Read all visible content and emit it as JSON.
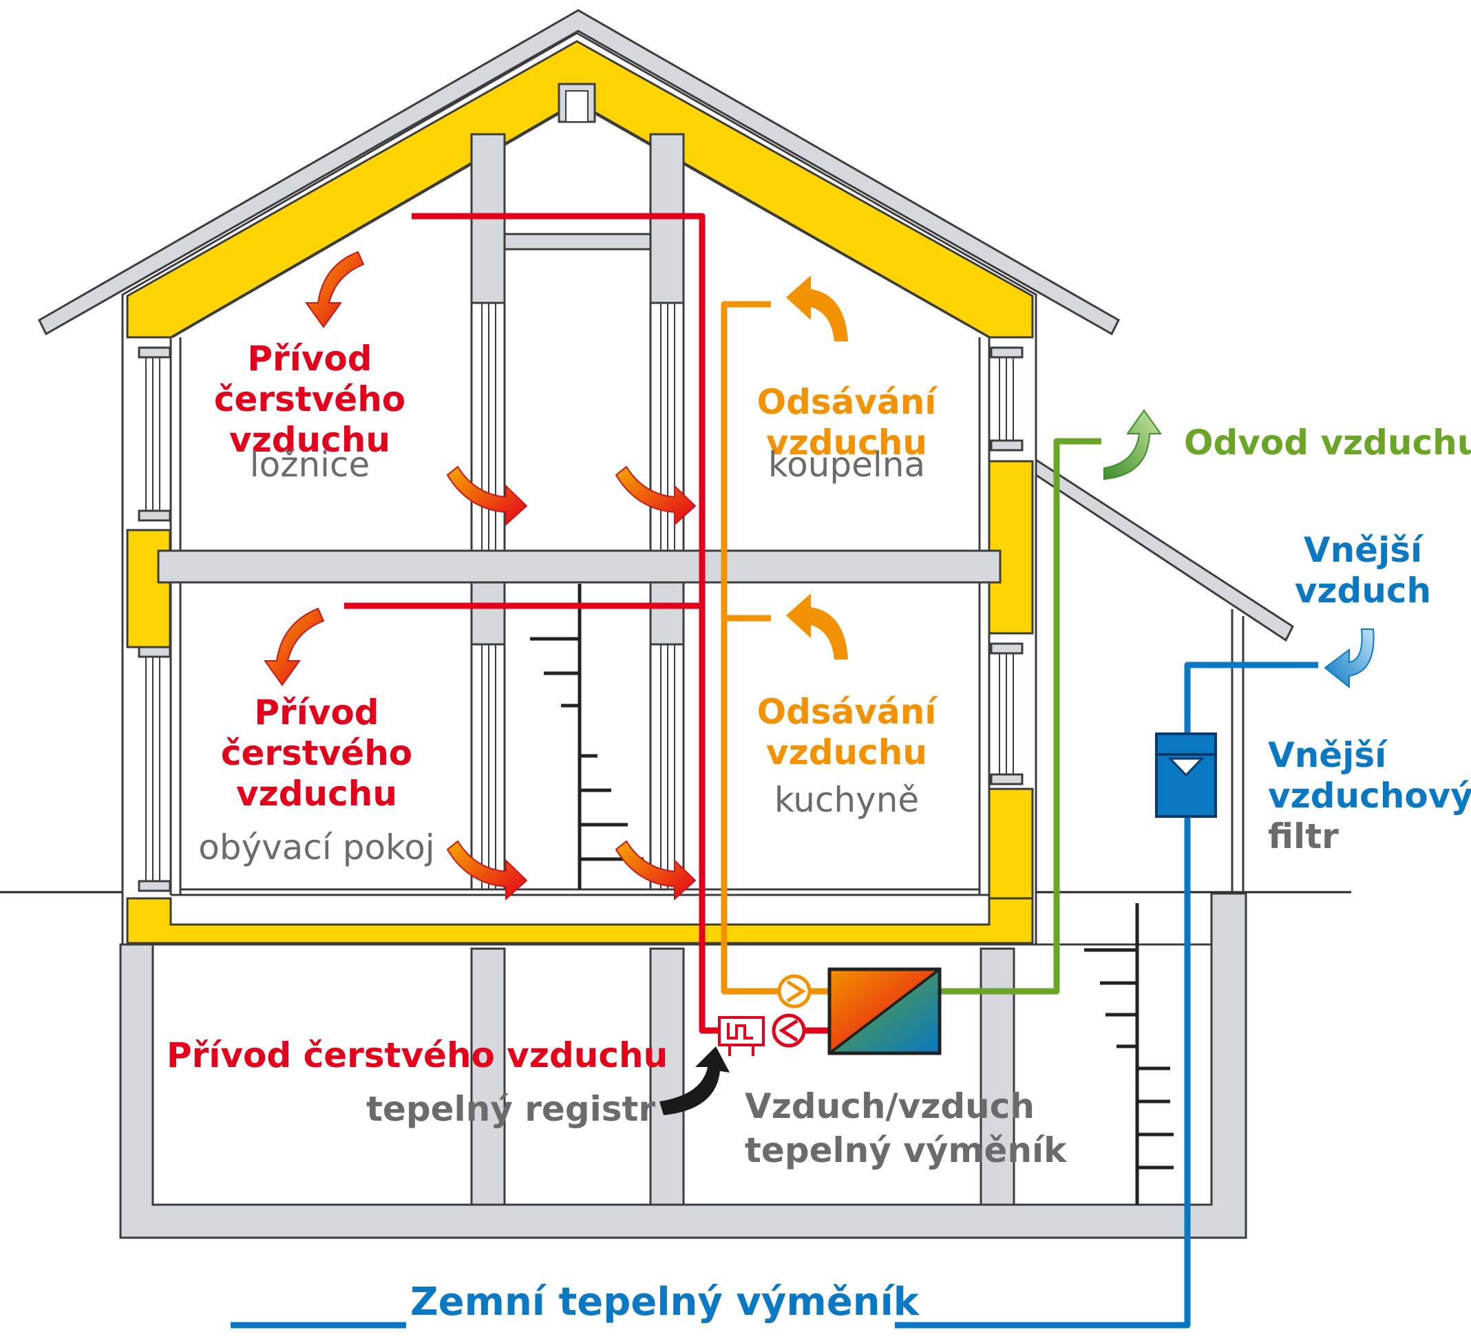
{
  "labels": {
    "bedroom_supply": "Přívod čerstvého vzduchu",
    "bedroom_room": "ložnice",
    "living_supply": "Přívod čerstvého vzduchu",
    "living_room": "obývací pokoj",
    "bath_extract": "Odsávání vzduchu",
    "bath_room": "koupelna",
    "kitchen_extract": "Odsávání vzduchu",
    "kitchen_room": "kuchyně",
    "exhaust": "Odvod vzduchu",
    "outside_air": "Vnější vzduch",
    "outside_filter": "Vnější vzduchový",
    "outside_filter_word": "filtr",
    "basement_supply": "Přívod čerstvého vzduchu",
    "heating_register": "tepelný registr",
    "heat_exchanger_1": "Vzduch/vzduch",
    "heat_exchanger_2": "tepelný výměník",
    "ground_exchanger": "Zemní tepelný výměník"
  },
  "colors": {
    "supply": "#e3001b",
    "extract": "#f39200",
    "exhaust": "#6aa527",
    "outside": "#0a78c3",
    "insulation": "#ffd400",
    "wall": "#d5d8dc",
    "outline": "#3c3c3c"
  },
  "icons": {
    "filter": "filter-icon",
    "fan": "fan-icon",
    "register": "heating-register-icon",
    "exchanger": "heat-exchanger-icon"
  }
}
